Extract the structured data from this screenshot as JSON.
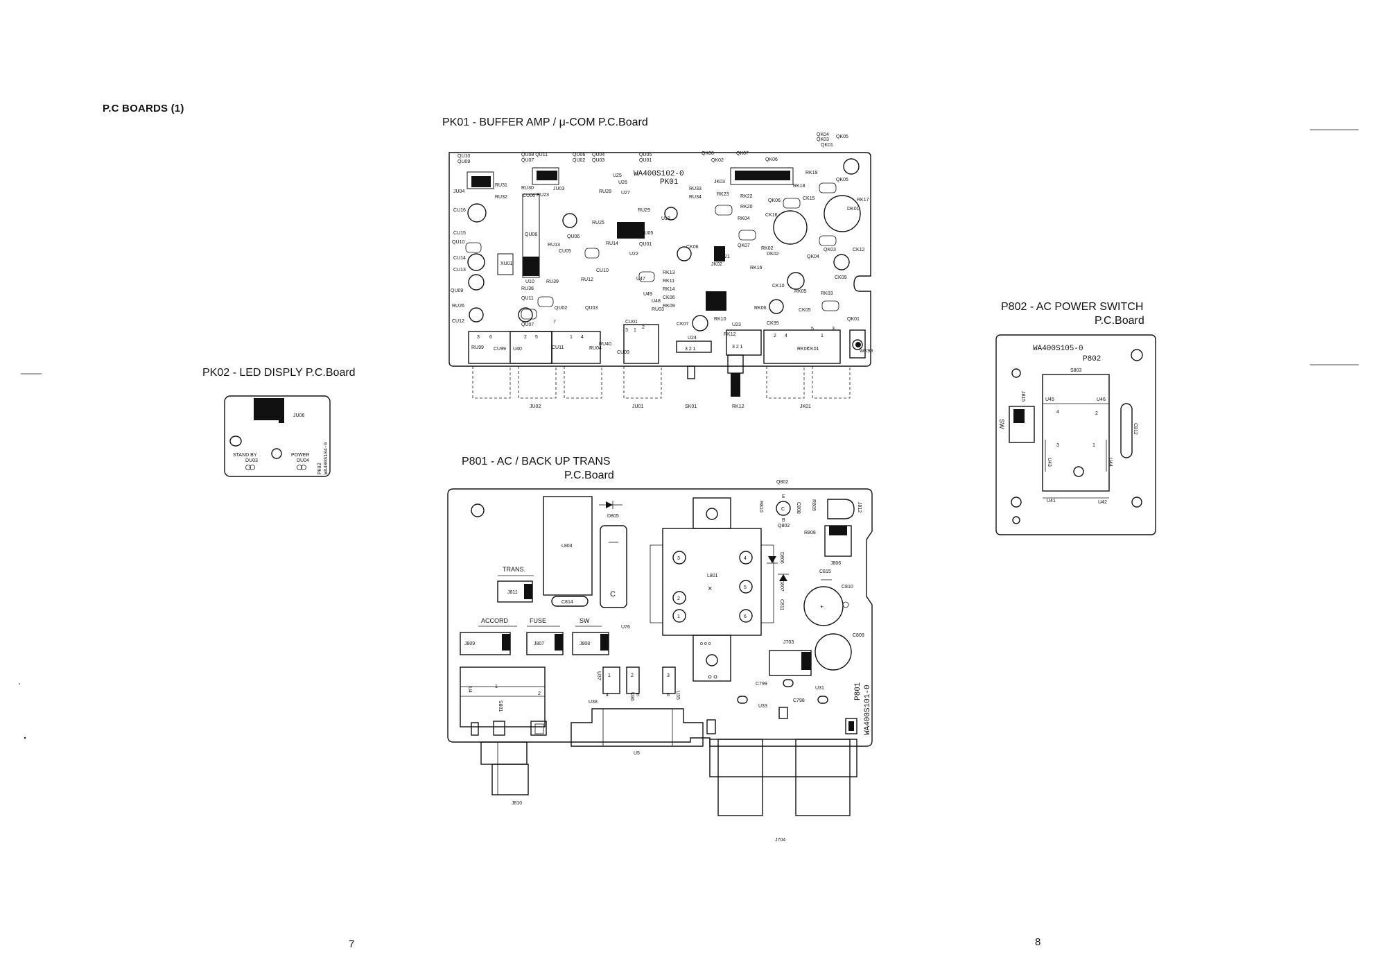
{
  "heading": "P.C BOARDS (1)",
  "page_numbers": {
    "left": "7",
    "right": "8"
  },
  "boards": {
    "pk01": {
      "title": "PK01 - BUFFER AMP / μ-COM  P.C.Board",
      "board_code": "WA400S102-0",
      "board_id": "PK01",
      "top_labels": [
        "QU10",
        "QU09",
        "QU08 QU11",
        "QU07",
        "QU06",
        "QU02",
        "QU04",
        "QU03",
        "QU05",
        "QU01",
        "QK08",
        "QK02",
        "QK07",
        "QK06",
        "QK04",
        "QK03",
        "QK05",
        "QK01"
      ],
      "comp_labels": [
        "JU04",
        "RU31",
        "RU32",
        "RU30",
        "RU23",
        "JU03",
        "CU06",
        "CU16",
        "CU15",
        "QU10",
        "CU14",
        "CU13",
        "QU09",
        "RU26",
        "CU12",
        "XU01",
        "QU08",
        "U10",
        "RU39",
        "RU38",
        "QU11",
        "QU07",
        "RU13",
        "CU05",
        "U25",
        "U26",
        "U27",
        "RU33",
        "RU34",
        "RK23",
        "RK22",
        "RK19",
        "RK18",
        "RK04",
        "CK16",
        "QK06",
        "CK15",
        "QK05",
        "JK03",
        "RU14",
        "QU01",
        "CK06",
        "JK02",
        "QK07",
        "RK02",
        "DK02",
        "CK12",
        "QK03",
        "QK04",
        "RK13",
        "RK11",
        "RK14",
        "CK06",
        "RK09",
        "QK02",
        "CK10",
        "RK05",
        "RK03",
        "CK09",
        "CK05",
        "CK99",
        "QK01",
        "CU10",
        "U47",
        "QU02",
        "QU03",
        "CU01",
        "CU11",
        "RU99",
        "CU99",
        "U40",
        "RU40",
        "RU04",
        "CU09",
        "U24",
        "CK07",
        "RK10",
        "U23",
        "RK07",
        "CK01",
        "WK99",
        "QU06",
        "QU05",
        "U18",
        "U21",
        "RU12",
        "RU29",
        "RU25",
        "RU28",
        "U22",
        "RK12",
        "RK06",
        "RK16",
        "RK20",
        "DK01",
        "RK17",
        "U49",
        "U48",
        "RU03"
      ],
      "bottom_labels": [
        "JU02",
        "JU01",
        "SK01",
        "RK12",
        "JK01"
      ],
      "pin_labels": [
        "3",
        "6",
        "2",
        "5",
        "1",
        "4",
        "7",
        "3",
        "1",
        "2",
        "3 2 1",
        "3 2 1",
        "2",
        "4",
        "5",
        "3",
        "1"
      ]
    },
    "pk02": {
      "title": "PK02 - LED DISPLY P.C.Board",
      "labels": [
        "JU06",
        "STAND  BY",
        "DU03",
        "POWER",
        "DU04"
      ],
      "board_code": "WA400S104-0",
      "board_id": "PK02"
    },
    "p801": {
      "title_line1": "P801 - AC / BACK UP TRANS",
      "title_line2": "P.C.Board",
      "board_code": "WA400S101-0",
      "board_id": "P801",
      "section_labels": [
        "TRANS.",
        "ACCORD",
        "FUSE",
        "SW"
      ],
      "comp_labels": [
        "Q802",
        "D805",
        "L803",
        "C814",
        "J811",
        "J809",
        "J807",
        "J808",
        "U76",
        "L801",
        "D806",
        "D807",
        "C811",
        "R810",
        "C808",
        "R809",
        "R808",
        "J812",
        "J806",
        "C815",
        "C810",
        "C809",
        "J703",
        "C799",
        "C798",
        "U31",
        "U33",
        "U37",
        "U36",
        "U35",
        "U38",
        "U5",
        "U4",
        "S801",
        "J810",
        "J704",
        "E",
        "C",
        "B"
      ],
      "pin_labels": [
        "1",
        "2",
        "3",
        "4",
        "5",
        "6",
        "1",
        "2",
        "3",
        "4",
        "5",
        "6",
        "1",
        "2"
      ],
      "dots": "o o o"
    },
    "p802": {
      "title_line1": "P802 - AC POWER SWITCH",
      "title_line2": "P.C.Board",
      "board_code": "WA400S105-0",
      "board_id": "P802",
      "labels": [
        "S803",
        "J815",
        "SW",
        "U45",
        "U46",
        "U43",
        "U44",
        "U41",
        "U42",
        "C812"
      ],
      "pins": [
        "4",
        "2",
        "3",
        "1"
      ]
    }
  },
  "colors": {
    "ink": "#111111",
    "paper": "#ffffff",
    "grey": "#777777"
  }
}
